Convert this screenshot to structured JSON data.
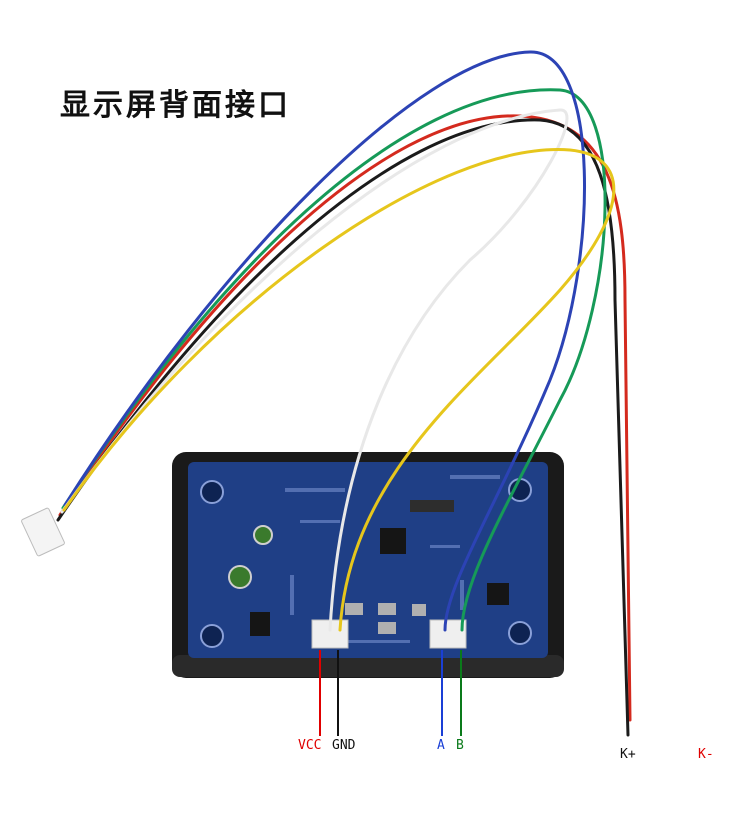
{
  "title": "显示屏背面接口",
  "labels": {
    "vcc": "VCC",
    "gnd": "GND",
    "a": "A",
    "b": "B",
    "kplus": "K+",
    "kminus": "K-"
  },
  "colors": {
    "vcc": "#e00000",
    "gnd": "#111111",
    "a": "#1a3fd6",
    "b": "#0a7a1a",
    "kplus": "#111111",
    "kminus": "#e00000",
    "wire_red": "#d42a1e",
    "wire_black": "#1b1b1b",
    "wire_green": "#169a58",
    "wire_blue": "#2c43b5",
    "wire_white": "#f4f4f4",
    "wire_yellow": "#e6c61c",
    "pcb": "#1f3f86"
  }
}
